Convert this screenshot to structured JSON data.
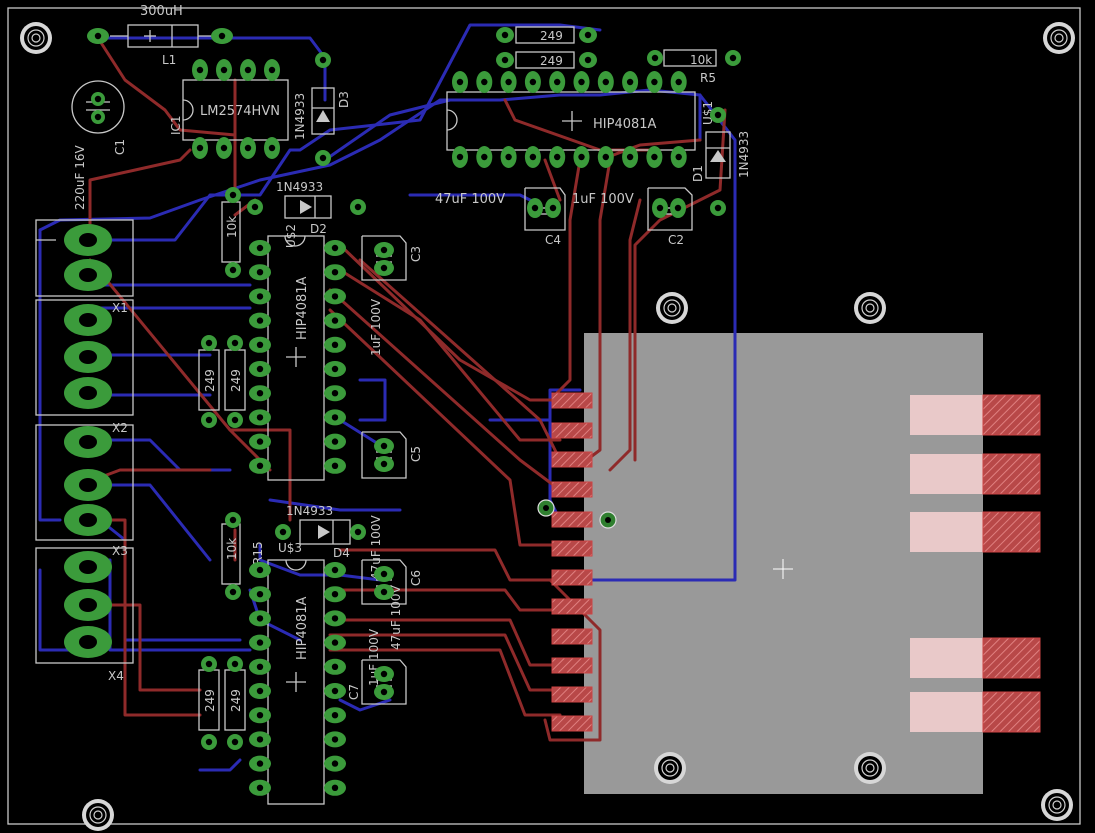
{
  "board": {
    "title": "PCB layout",
    "components": [
      {
        "ref": "L1",
        "value": "300uH"
      },
      {
        "ref": "IC1",
        "value": "LM2574HVN"
      },
      {
        "ref": "D3",
        "value": "1N4933"
      },
      {
        "ref": "C1",
        "value": "220uF 16V"
      },
      {
        "ref": "U$1",
        "value": "HIP4081A"
      },
      {
        "ref": "R5",
        "value": "10k"
      },
      {
        "ref": "D1",
        "value": "1N4933"
      },
      {
        "ref": "C4",
        "value": "47uF 100V"
      },
      {
        "ref": "C2",
        "value": "1uF 100V"
      },
      {
        "ref": "D2",
        "value": "1N4933"
      },
      {
        "ref": "U$2",
        "value": "HIP4081A"
      },
      {
        "ref": "C3",
        "value": "1uF 100V"
      },
      {
        "ref": "C5",
        "value": "47uF 100V"
      },
      {
        "ref": "D4",
        "value": "1N4933"
      },
      {
        "ref": "U$3",
        "value": "HIP4081A"
      },
      {
        "ref": "R15",
        "value": "10k"
      },
      {
        "ref": "C6",
        "value": "47uF 100V"
      },
      {
        "ref": "C7",
        "value": "1uF 100V"
      },
      {
        "ref": "X1",
        "value": ""
      },
      {
        "ref": "X2",
        "value": ""
      },
      {
        "ref": "X3",
        "value": ""
      },
      {
        "ref": "X4",
        "value": ""
      }
    ],
    "resistor_values": [
      "249",
      "249"
    ],
    "colors": {
      "background": "#000000",
      "silkscreen": "#c8c8c8",
      "pad": "#3b9b3b",
      "top_copper": "#8f2a2a",
      "bottom_copper": "#2b2bb4",
      "heatsink": "#999999"
    }
  }
}
